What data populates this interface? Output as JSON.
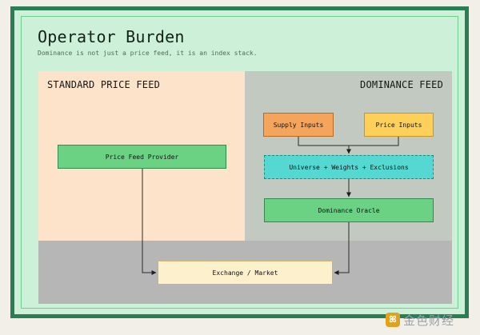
{
  "header": {
    "title": "Operator Burden",
    "subtitle": "Dominance is not just a price feed, it is an index stack."
  },
  "panels": {
    "standard_label": "STANDARD PRICE FEED",
    "dominance_label": "DOMINANCE FEED"
  },
  "nodes": {
    "price_feed_provider": "Price Feed Provider",
    "supply_inputs": "Supply Inputs",
    "price_inputs": "Price Inputs",
    "universe_weights_exclusions": "Universe + Weights + Exclusions",
    "dominance_oracle": "Dominance Oracle",
    "exchange_market": "Exchange / Market"
  },
  "colors": {
    "frame_border": "#2a7d55",
    "frame_background": "#cdf1d8",
    "standard_panel": "#fce3c9",
    "dominance_panel": "#c2c9c1",
    "bottom_band": "#b6b6b6",
    "green_node": "#6bd283",
    "orange_node": "#f4a55b",
    "yellow_node": "#fdd05a",
    "cyan_node": "#55d8d2",
    "cream_node": "#fdf0cc"
  },
  "watermark": {
    "logo": "ꕤ",
    "text": "金色财经"
  }
}
